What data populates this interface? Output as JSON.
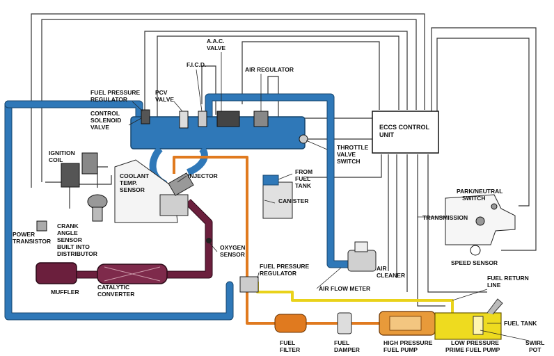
{
  "labels": {
    "aac_valve_1": "A.A.C.",
    "aac_valve_2": "VALVE",
    "ficd": "F.I.C.D.",
    "air_regulator": "AIR REGULATOR",
    "fuel_pressure_regulator_top_1": "FUEL PRESSURE",
    "fuel_pressure_regulator_top_2": "REGULATOR",
    "pcv_valve_1": "PCV",
    "pcv_valve_2": "VALVE",
    "control_solenoid_1": "CONTROL",
    "control_solenoid_2": "SOLENOID",
    "control_solenoid_3": "VALVE",
    "eccs_1": "ECCS CONTROL",
    "eccs_2": "UNIT",
    "throttle_1": "THROTTLE",
    "throttle_2": "VALVE",
    "throttle_3": "SWITCH",
    "ignition_1": "IGNITION",
    "ignition_2": "COIL",
    "injector": "INJECTOR",
    "from_fuel_1": "FROM",
    "from_fuel_2": "FUEL",
    "from_fuel_3": "TANK",
    "canister": "CANISTER",
    "coolant_1": "COOLANT",
    "coolant_2": "TEMP.",
    "coolant_3": "SENSOR",
    "park_neutral_1": "PARK/NEUTRAL",
    "park_neutral_2": "SWITCH",
    "transmission": "TRANSMISSION",
    "power_transistor_1": "POWER",
    "power_transistor_2": "TRANSISTOR",
    "crank_1": "CRANK",
    "crank_2": "ANGLE",
    "crank_3": "SENSOR",
    "crank_4": "BUILT INTO",
    "crank_5": "DISTRIBUTOR",
    "oxygen_1": "OXYGEN",
    "oxygen_2": "SENSOR",
    "speed_sensor": "SPEED SENSOR",
    "air_cleaner_1": "AIR",
    "air_cleaner_2": "CLEANER",
    "fpr_bottom_1": "FUEL PRESSURE",
    "fpr_bottom_2": "REGULATOR",
    "air_flow_meter": "AIR FLOW METER",
    "muffler": "MUFFLER",
    "catalytic_1": "CATALYTIC",
    "catalytic_2": "CONVERTER",
    "fuel_return_1": "FUEL RETURN",
    "fuel_return_2": "LINE",
    "fuel_tank": "FUEL TANK",
    "fuel_filter_1": "FUEL",
    "fuel_filter_2": "FILTER",
    "fuel_damper_1": "FUEL",
    "fuel_damper_2": "DAMPER",
    "hp_pump_1": "HIGH PRESSURE",
    "hp_pump_2": "FUEL PUMP",
    "lp_pump_1": "LOW PRESSURE",
    "lp_pump_2": "PRIME FUEL PUMP",
    "swirl_1": "SWIRL",
    "swirl_2": "POT"
  },
  "colors": {
    "air_duct": "#2f78b8",
    "fuel_supply": "#e07a1f",
    "fuel_return": "#e9d21a",
    "exhaust": "#6b1f3d"
  }
}
